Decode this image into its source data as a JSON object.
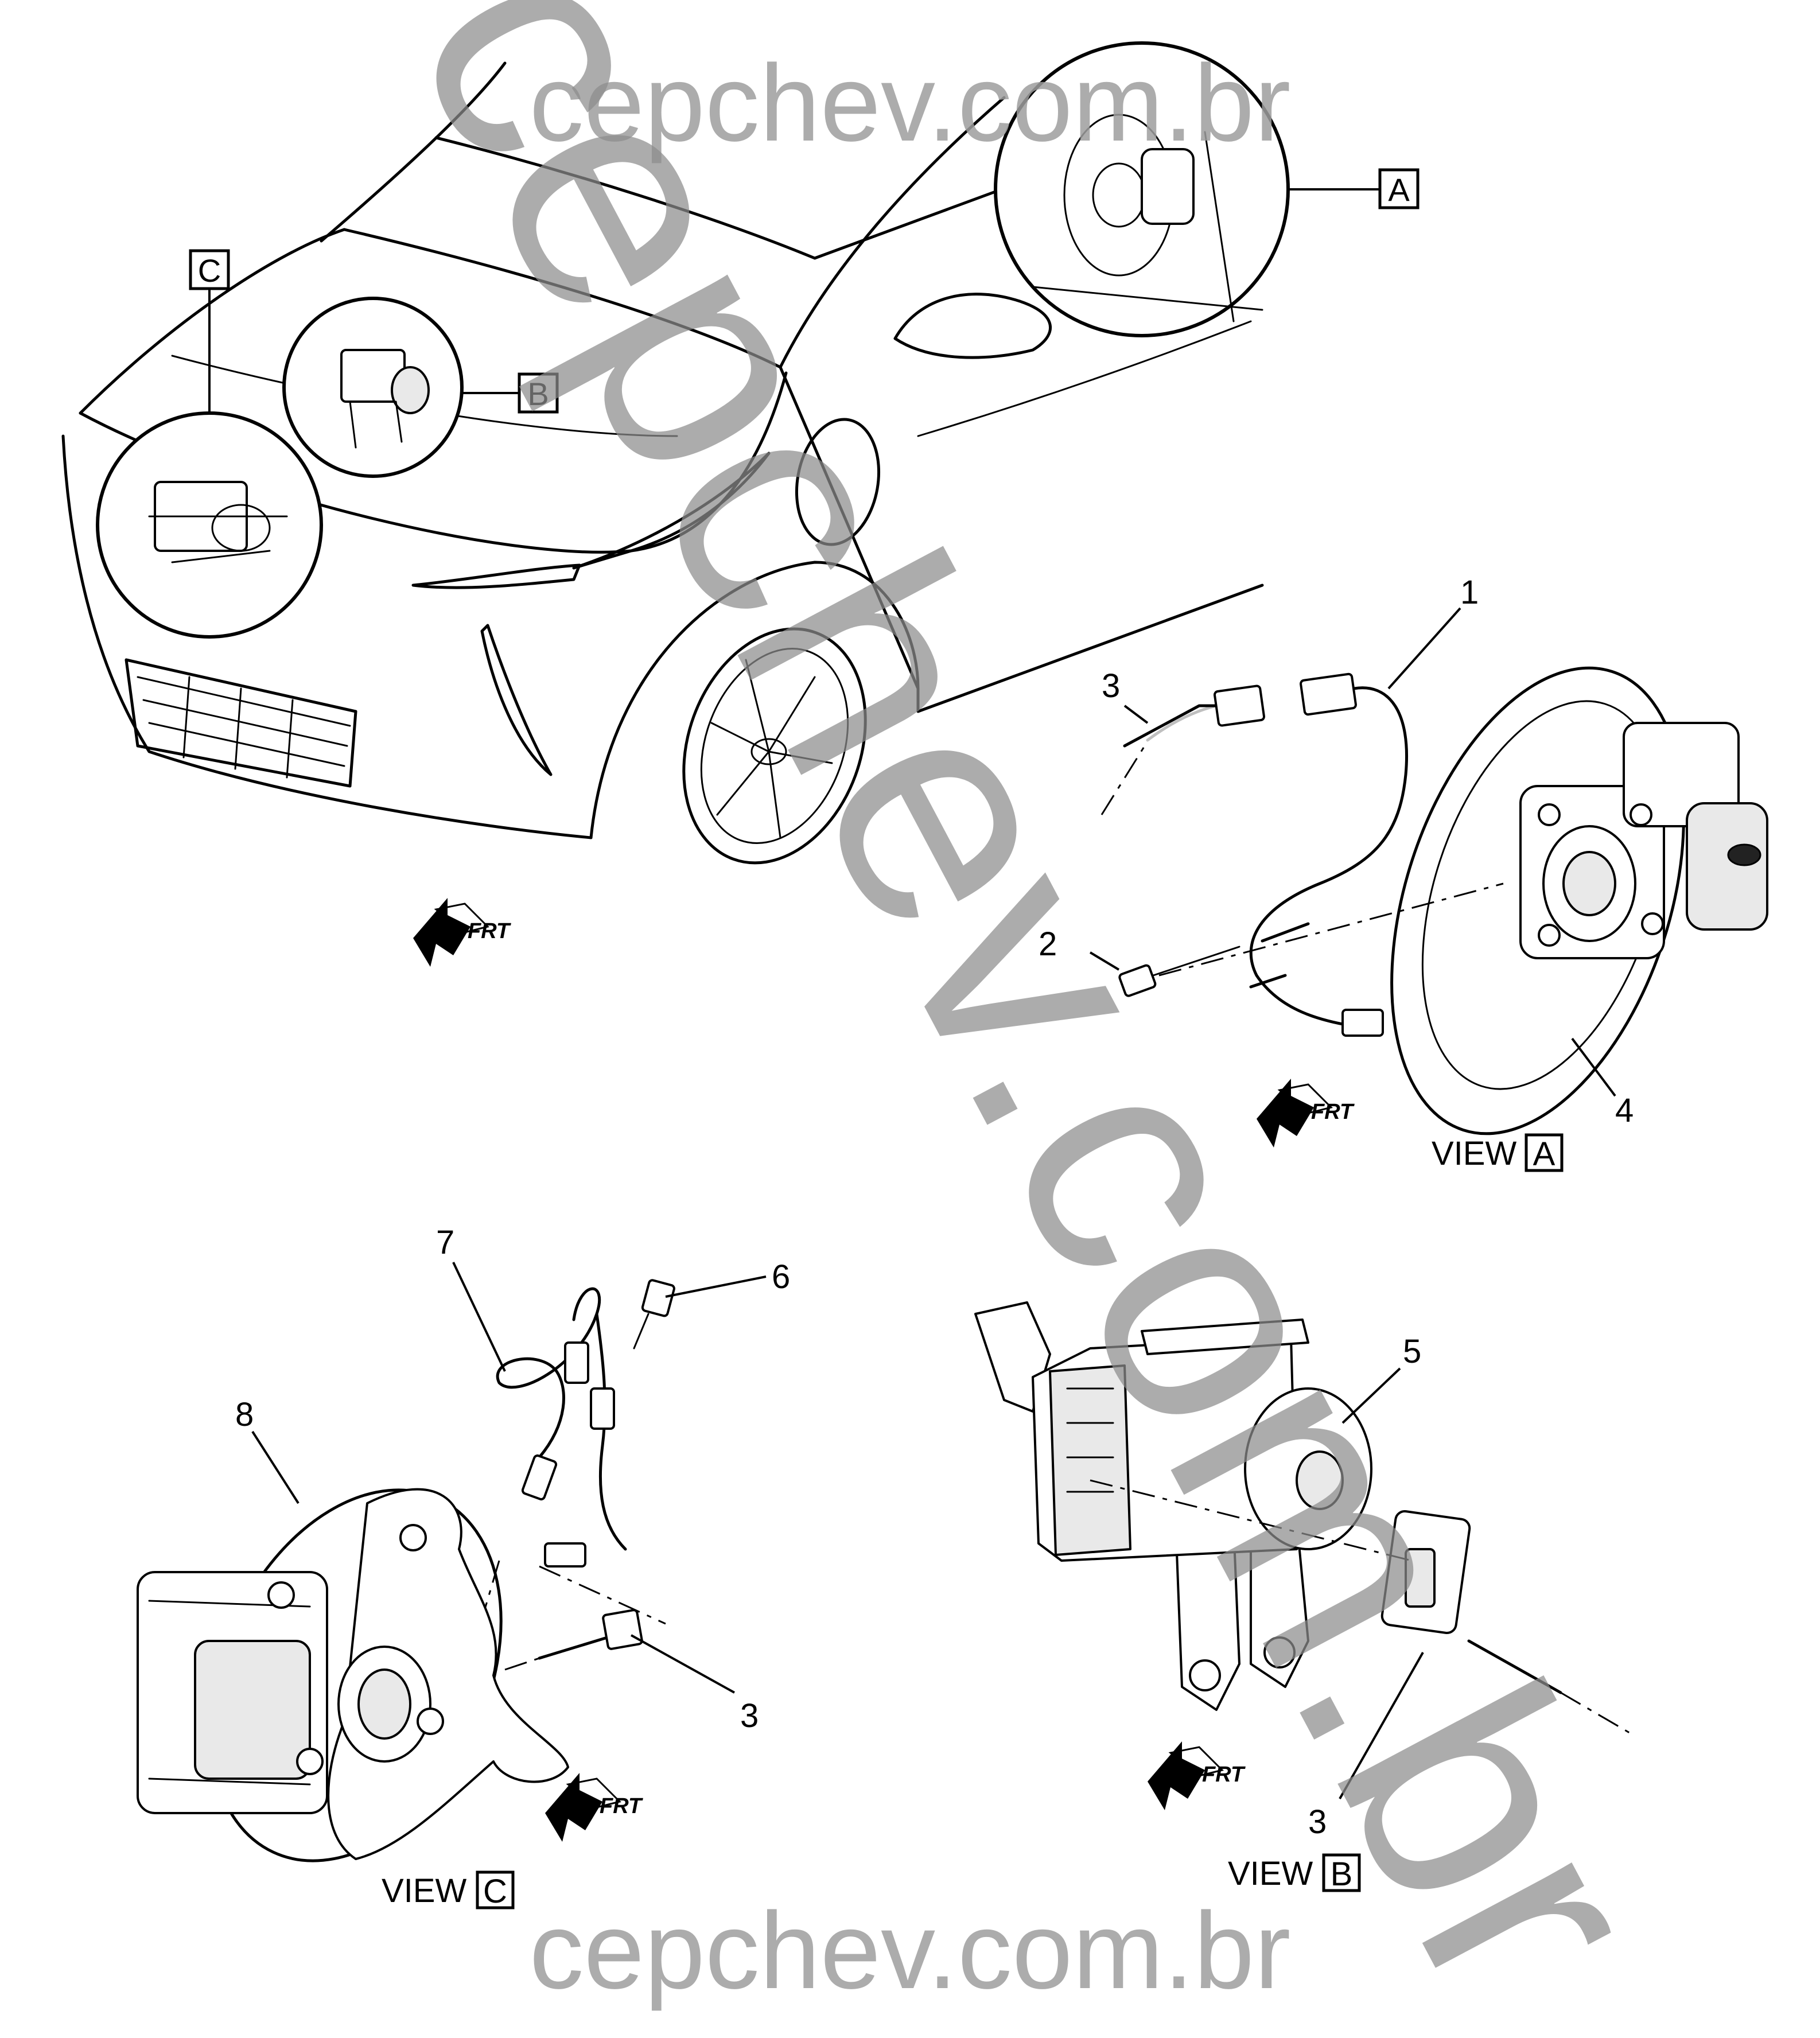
{
  "watermarks": {
    "top": "cepchev.com.br",
    "bottom": "cepchev.com.br",
    "diagonal": "cepchev.com.br"
  },
  "views": {
    "a": {
      "prefix": "VIEW",
      "letter": "A"
    },
    "b": {
      "prefix": "VIEW",
      "letter": "B"
    },
    "c": {
      "prefix": "VIEW",
      "letter": "C"
    }
  },
  "locator_boxes": {
    "a": "A",
    "b": "B",
    "c": "C"
  },
  "frt_label": "FRT",
  "callouts": {
    "view_a": [
      "1",
      "2",
      "3",
      "4"
    ],
    "view_b": [
      "5",
      "3"
    ],
    "view_c": [
      "6",
      "7",
      "8",
      "3"
    ]
  }
}
